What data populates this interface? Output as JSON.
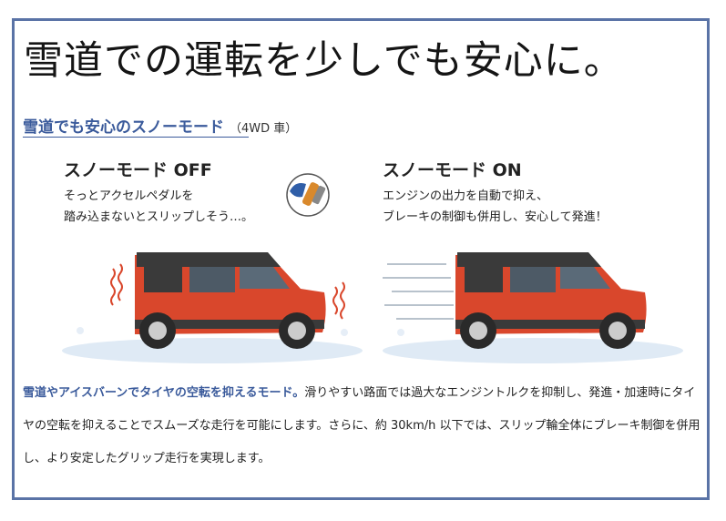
{
  "headline": "雪道での運転を少しでも安心に。",
  "subtitle": {
    "title": "雪道でも安心のスノーモード",
    "note": "（4WD 車）"
  },
  "off": {
    "title": "スノーモード OFF",
    "desc_line1": "そっとアクセルペダルを",
    "desc_line2": "踏み込まないとスリップしそう…。"
  },
  "on": {
    "title": "スノーモード ON",
    "desc_line1": "エンジンの出力を自動で抑え、",
    "desc_line2": "ブレーキの制御も併用し、安心して発進！"
  },
  "body": {
    "lead": "雪道やアイスバーンでタイヤの空転を抑えるモード。",
    "text": "滑りやすい路面では過大なエンジントルクを抑制し、発進・加速時にタイヤの空転を抑えることでスムーズな走行を可能にします。さらに、約 30km/h 以下では、スリップ輪全体にブレーキ制御を併用し、より安定したグリップ走行を実現します。"
  },
  "colors": {
    "frame": "#5a73a6",
    "accent": "#3a5a9b",
    "car_body": "#d9472c",
    "car_roof": "#3a3a3a",
    "snow": "#dfeaf5"
  },
  "icons": [
    "wavy-lines-icon",
    "foot-pedal-icon",
    "speed-lines-icon"
  ]
}
